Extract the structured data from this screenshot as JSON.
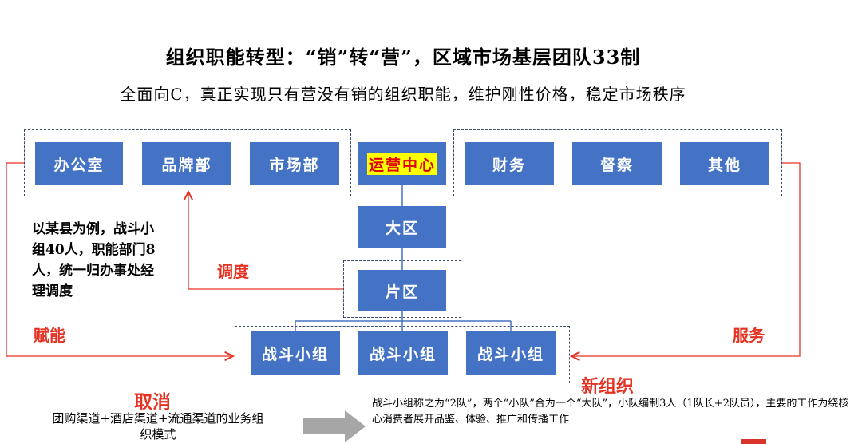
{
  "title": "组织职能转型：“销”转“营”，区域市场基层团队33制",
  "subtitle": "全面向C，真正实现只有营没有销的组织职能，维护刚性价格，稳定市场秩序",
  "top_left_boxes": [
    "办公室",
    "品牌部",
    "市场部"
  ],
  "center_box": "运营中心",
  "top_right_boxes": [
    "财务",
    "督察",
    "其他"
  ],
  "region_box": "大区",
  "area_box": "片区",
  "team_boxes": [
    "战斗小组",
    "战斗小组",
    "战斗小组"
  ],
  "side_note": "以某县为例，战斗小组40人，职能部门8人，统一归办事处经理调度",
  "labels": {
    "dispatch": "调度",
    "empower": "赋能",
    "service": "服务",
    "cancel": "取消",
    "new_org": "新组织"
  },
  "cancel_desc": "团购渠道+酒店渠道+流通渠道的业务组织模式",
  "new_org_desc": "战斗小组称之为“2队”，两个“小队”合为一个“大队”，小队编制3人（1队长+2队员），主要的工作为绕核心消费者展开品鉴、体验、推广和传播工作",
  "colors": {
    "box_blue": "#4472c4",
    "accent_red": "#e63222",
    "highlight_yellow": "#ffff00",
    "arrow_gray": "#a6a6a6"
  }
}
